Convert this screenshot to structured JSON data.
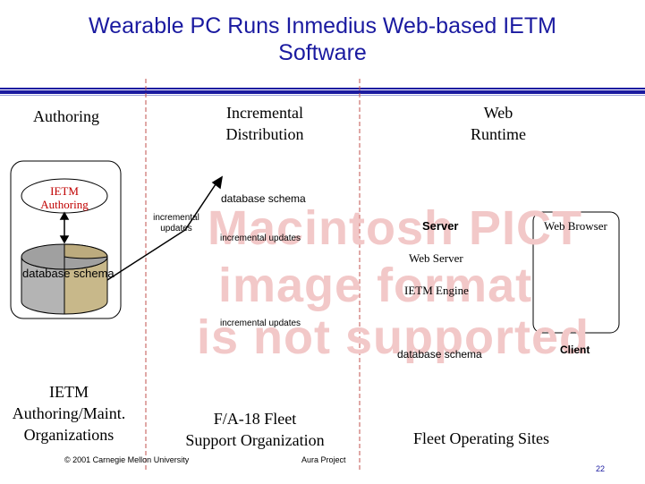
{
  "slide": {
    "title_line1": "Wearable PC Runs Inmedius Web-based IETM",
    "title_line2": "Software",
    "page_number": "22",
    "footer_left": "© 2001 Carnegie Mellon University",
    "footer_center": "Aura Project"
  },
  "columns": {
    "authoring": "Authoring",
    "distribution_line1": "Incremental",
    "distribution_line2": "Distribution",
    "runtime_line1": "Web",
    "runtime_line2": "Runtime"
  },
  "left_panel": {
    "ietm_label_line1": "IETM",
    "ietm_label_line2": "Authoring",
    "db_label": "database schema"
  },
  "middle_labels": {
    "db_schema_top": "database schema",
    "incremental_updates_line1": "incremental",
    "incremental_updates_line2": "updates",
    "incremental_updates_a": "incremental updates",
    "incremental_updates_b": "incremental updates"
  },
  "right_panel": {
    "server": "Server",
    "web_browser": "Web Browser",
    "web_server": "Web Server",
    "ietm_engine": "IETM Engine",
    "db_schema": "database schema",
    "client": "Client"
  },
  "placeholder": {
    "line1": "Macintosh PICT",
    "line2": "image format",
    "line3": "is not supported"
  },
  "bottom_labels": {
    "orgs_line1": "IETM",
    "orgs_line2": "Authoring/Maint.",
    "orgs_line3": "Organizations",
    "fleet_line1": "F/A-18 Fleet",
    "fleet_line2": "Support Organization",
    "sites": "Fleet Operating Sites"
  },
  "colors": {
    "title": "#1a1aa0",
    "rule": "#1a1aa0",
    "ietm_text": "#c00000",
    "db_gray": "#b4b4b4",
    "db_tan": "#c8b88a",
    "placeholder_text": "#f2c8c8",
    "divider": "#c0504d"
  }
}
